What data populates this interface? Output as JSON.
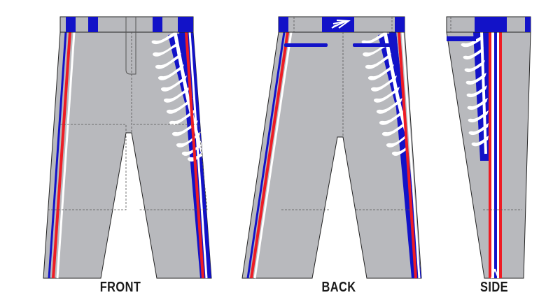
{
  "views": {
    "front": {
      "label": "FRONT"
    },
    "back": {
      "label": "BACK"
    },
    "side": {
      "label": "SIDE"
    }
  },
  "colors": {
    "pant_base": "#b8b9bd",
    "waistband": "#1212c8",
    "stripe_red": "#ee1c24",
    "stripe_blue": "#1212c8",
    "stitch_white": "#ffffff",
    "outline": "#222222",
    "seam": "#555555"
  },
  "icons": {
    "brand_logo": "triple-chevron-logo-icon",
    "design": "baseball-stitch-graphic"
  }
}
